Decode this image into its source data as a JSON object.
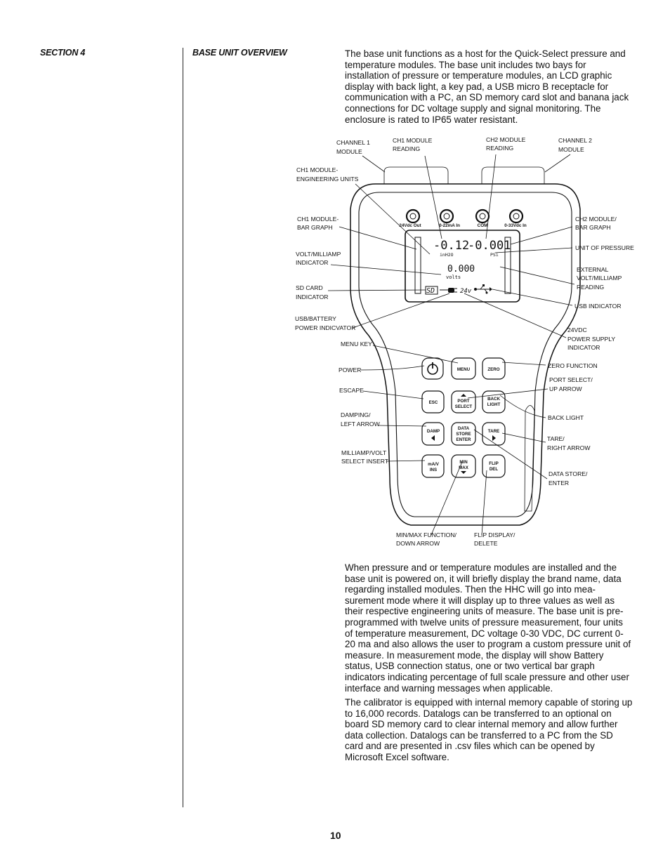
{
  "header": {
    "section": "SECTION 4",
    "topic": "BASE UNIT OVERVIEW"
  },
  "body": {
    "p1": "The base unit functions as a host for the Quick-Select pressure and temperature modules. The base unit includes two bays for installation of pressure or temperature modules, an LCD graphic display with back light, a key pad, a USB micro B receptacle for communication with a PC, an SD memory card slot and banana jack connections for DC voltage supply and signal monitoring. The enclosure is rated to IP65 water resistant.",
    "p2": "When pressure and or temperature modules are installed and the base unit is powered on, it will briefly display the brand name, data regarding installed modules. Then the HHC will go into mea-surement mode where it will display up to three values as well as their respective engineering units of measure. The base unit is pre-programmed with twelve units of pressure measurement, four units of temperature measurement, DC voltage 0-30 VDC, DC current 0-20 ma and also allows the user to program a custom pressure unit of measure. In measurement mode, the display will show Battery status, USB connection status, one or two vertical bar graph indicators indicating percentage of full scale pressure and other user interface and warning messages when applicable.",
    "p3": "The calibrator is equipped with internal memory capable of storing up to 16,000 records. Datalogs can be transferred to an optional on board SD memory card to clear internal memory and allow further data collection. Datalogs can be transferred to a PC from the SD card and are presented in .csv files which can be opened by Microsoft Excel software."
  },
  "diagram": {
    "jacks": [
      "24Vdc Out",
      "0-22mA In",
      "COM",
      "0-33Vdc In"
    ],
    "lcd": {
      "ch1_value": "-0.12",
      "ch1_unit": "inH2O",
      "ch2_value": "-0.001",
      "ch2_unit": "PSi",
      "volt_value": "0.000",
      "volt_unit": "volts",
      "sd": "SD",
      "v24": "24v"
    },
    "keys": {
      "menu": "MENU",
      "zero": "ZERO",
      "esc": "ESC",
      "port_1": "PORT",
      "port_2": "SELECT",
      "back_1": "BACK",
      "back_2": "LIGHT",
      "damp": "DAMP",
      "data_1": "DATA",
      "data_2": "STORE",
      "data_3": "ENTER",
      "tare": "TARE",
      "mav_1": "mA/V",
      "mav_2": "INS",
      "minmax_1": "MIN",
      "minmax_2": "MAX",
      "flip_1": "FLIP",
      "flip_2": "DEL"
    },
    "labels": {
      "channel1_module": [
        "CHANNEL 1",
        "MODULE"
      ],
      "ch1_module_reading": [
        "CH1 MODULE",
        "READING"
      ],
      "ch2_module_reading": [
        "CH2 MODULE",
        "READING"
      ],
      "channel2_module": [
        "CHANNEL 2",
        "MODULE"
      ],
      "ch1_eng_units": [
        "CH1 MODULE-",
        "ENGINEERING UNITS"
      ],
      "ch1_bar_graph": [
        "CH1 MODULE-",
        "BAR GRAPH"
      ],
      "ch2_bar_graph": [
        "CH2 MODULE/",
        "BAR GRAPH"
      ],
      "unit_of_pressure": [
        "UNIT OF PRESSURE"
      ],
      "volt_milliamp_indicator": [
        "VOLT/MILLIAMP",
        "INDICATOR"
      ],
      "external_reading": [
        "EXTERNAL",
        "VOLT/MILLIAMP",
        "READING"
      ],
      "sd_card_indicator": [
        "SD CARD",
        "INDICATOR"
      ],
      "usb_indicator": [
        "USB INDICATOR"
      ],
      "usb_battery_indicator": [
        "USB/BATTERY",
        "POWER INDICVATOR"
      ],
      "vdc_supply_indicator": [
        "24VDC",
        "POWER SUPPLY",
        "INDICATOR"
      ],
      "menu_key": [
        "MENU KEY"
      ],
      "zero_function": [
        "ZERO FUNCTION"
      ],
      "power": [
        "POWER"
      ],
      "port_select": [
        "PORT SELECT/",
        "UP ARROW"
      ],
      "escape": [
        "ESCAPE"
      ],
      "back_light": [
        "BACK LIGHT"
      ],
      "damping": [
        "DAMPING/",
        "LEFT ARROW"
      ],
      "tare": [
        "TARE/",
        "RIGHT ARROW"
      ],
      "milliamp_volt": [
        "MILLIAMP/VOLT",
        "SELECT INSERT"
      ],
      "data_store": [
        "DATA STORE/",
        "ENTER"
      ],
      "minmax": [
        "MIN/MAX FUNCTION/",
        "DOWN ARROW"
      ],
      "flip_display": [
        "FLIP DISPLAY/",
        "DELETE"
      ]
    }
  },
  "footer": {
    "page": "10"
  }
}
